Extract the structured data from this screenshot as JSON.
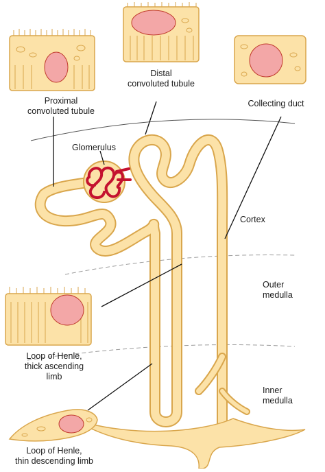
{
  "labels": {
    "proximal_1": "Proximal",
    "proximal_2": "convoluted tubule",
    "distal_1": "Distal",
    "distal_2": "convoluted tubule",
    "collecting": "Collecting duct",
    "glomerulus": "Glomerulus",
    "cortex": "Cortex",
    "outer_1": "Outer",
    "outer_2": "medulla",
    "inner_1": "Inner",
    "inner_2": "medulla",
    "thick_1": "Loop of Henle,",
    "thick_2": "thick ascending",
    "thick_3": "limb",
    "thin_1": "Loop of Henle,",
    "thin_2": "thin descending limb"
  },
  "colors": {
    "tubule_fill": "#FCE2A8",
    "tubule_stroke": "#D9A64C",
    "nucleus_fill": "#F3A7A7",
    "nucleus_stroke": "#C0392B",
    "glomerulus": "#C4122F",
    "leader": "#111111",
    "zone_line": "#9A9A9A"
  }
}
